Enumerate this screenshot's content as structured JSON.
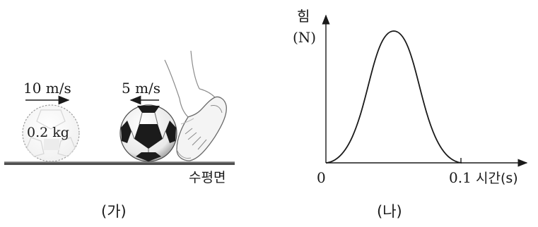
{
  "panel_a": {
    "caption": "(가)",
    "faded_ball_velocity": "10 m/s",
    "ball_velocity": "5 m/s",
    "mass": "0.2 kg",
    "surface_label": "수평면"
  },
  "panel_b": {
    "caption": "(나)",
    "y_axis_label_top": "힘",
    "y_axis_label_unit": "(N)",
    "x_axis_label": "시간(s)",
    "origin_label": "0",
    "x_tick_label": "0.1"
  },
  "colors": {
    "line": "#1a1a1a",
    "ground": "#555555",
    "faded_ball": "#b5b5b5"
  }
}
